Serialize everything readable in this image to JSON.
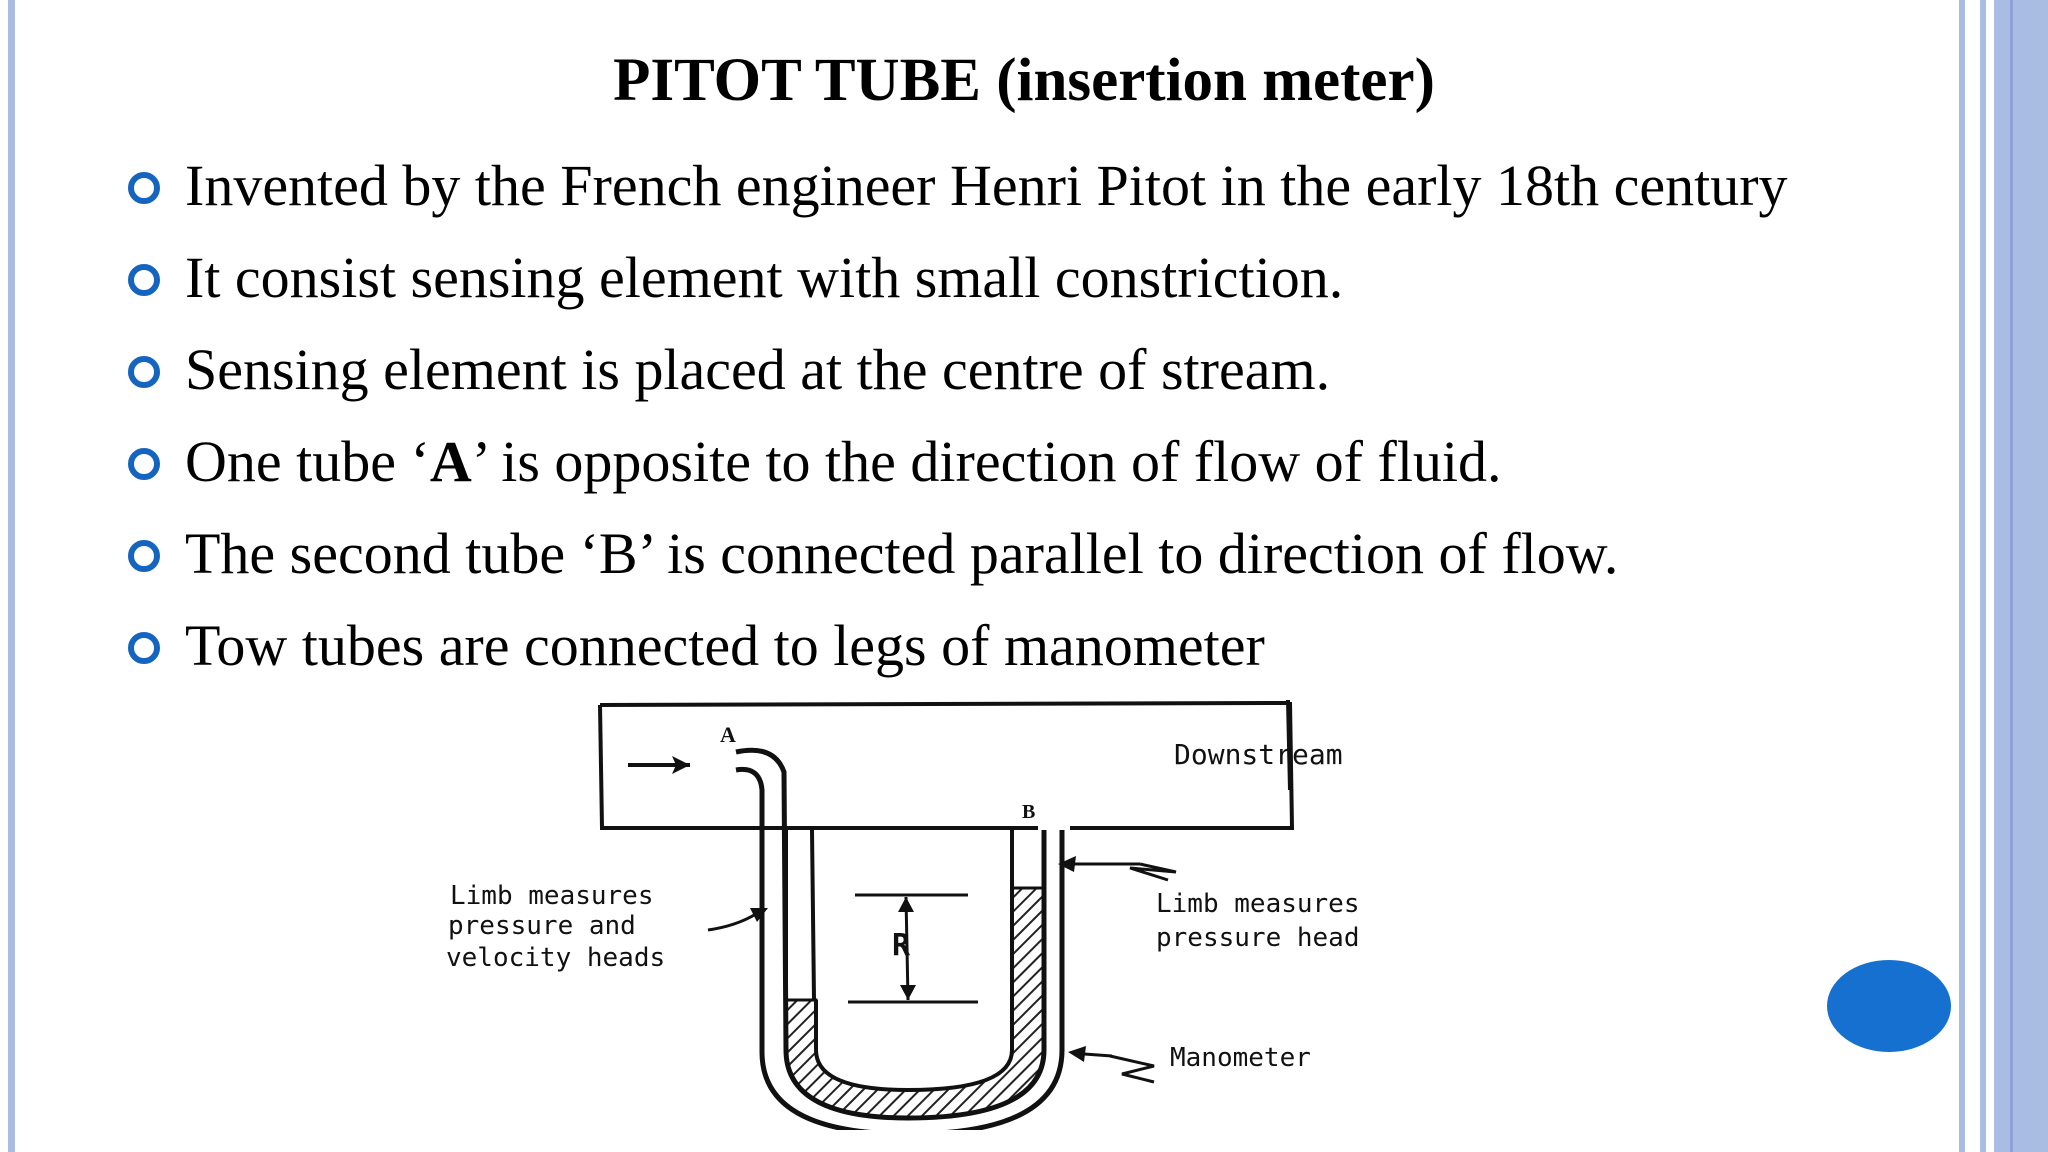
{
  "slide": {
    "title": "PITOT TUBE (insertion meter)",
    "bullets": [
      {
        "pre": "Invented by the French engineer Henri Pitot in the early 18th century",
        "bold": "",
        "post": ""
      },
      {
        "pre": "It consist sensing element with small constriction.",
        "bold": "",
        "post": ""
      },
      {
        "pre": "Sensing element is placed at the centre of stream.",
        "bold": "",
        "post": ""
      },
      {
        "pre": "One tube ‘",
        "bold": "A",
        "post": "’ is opposite to the direction of flow of fluid."
      },
      {
        "pre": "The second tube ‘B’ is connected parallel to direction of flow.",
        "bold": "",
        "post": ""
      },
      {
        "pre": "Tow tubes are connected to legs of manometer",
        "bold": "",
        "post": ""
      }
    ]
  },
  "diagram": {
    "label_a": "A",
    "label_b": "B",
    "label_r": "R",
    "downstream": "Downstream",
    "left_note_line1": "Limb measures",
    "left_note_line2": "pressure and",
    "left_note_line3": "velocity heads",
    "right_note_line1": "Limb measures",
    "right_note_line2": "pressure head",
    "manometer": "Manometer"
  },
  "colors": {
    "bullet": "#1565c0",
    "frame": "#a9bde3",
    "circle": "#1570d0"
  }
}
